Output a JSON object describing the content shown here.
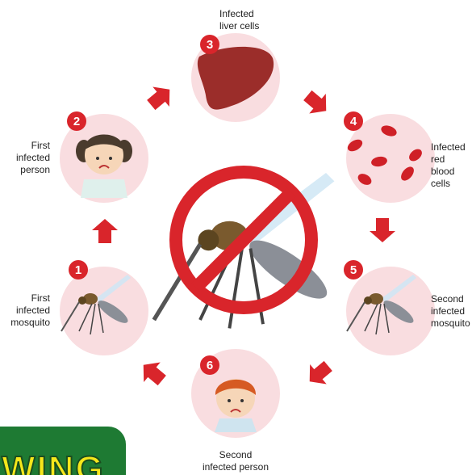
{
  "steps": [
    {
      "number": "1",
      "label": "First\ninfected\nmosquito"
    },
    {
      "number": "2",
      "label": "First\ninfected\nperson"
    },
    {
      "number": "3",
      "label": "Infected\nliver cells"
    },
    {
      "number": "4",
      "label": "Infected\nred blood\ncells"
    },
    {
      "number": "5",
      "label": "Second\ninfected\nmosquito"
    },
    {
      "number": "6",
      "label": "Second\ninfected person"
    }
  ],
  "badge_text": "WING",
  "colors": {
    "accent": "#d9252b",
    "circle": "#f9dde0",
    "badge": "#1e7a33"
  }
}
